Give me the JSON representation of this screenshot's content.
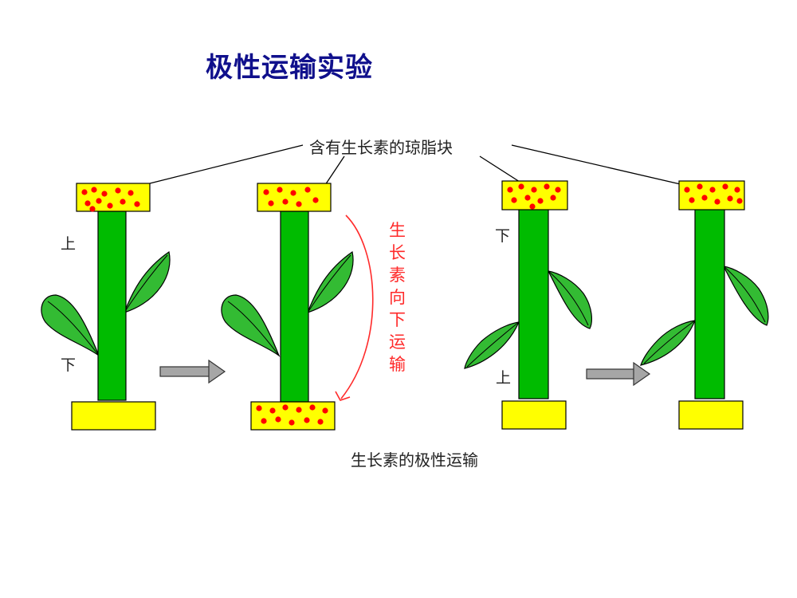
{
  "title": "极性运输实验",
  "top_label": "含有生长素的琼脂块",
  "caption": "生长素的极性运输",
  "side_note": {
    "chars": [
      "生",
      "长",
      "素",
      "向",
      "下",
      "运",
      "输"
    ],
    "color": "#ff2a2a"
  },
  "colors": {
    "title": "#10108c",
    "stem": "#00bb00",
    "block": "#ffff00",
    "dot": "#ff0000",
    "leaf": "#33bb33",
    "arrow": "#a6a6a6"
  },
  "setups": [
    {
      "id": "left",
      "top_label": "上",
      "bottom_label": "下",
      "before": {
        "top_block_auxin": true,
        "bottom_block_auxin": false
      },
      "after": {
        "top_block_auxin": true,
        "bottom_block_auxin": true
      }
    },
    {
      "id": "right",
      "top_label": "下",
      "bottom_label": "上",
      "before": {
        "top_block_auxin": true,
        "bottom_block_auxin": false
      },
      "after": {
        "top_block_auxin": true,
        "bottom_block_auxin": false
      }
    }
  ]
}
